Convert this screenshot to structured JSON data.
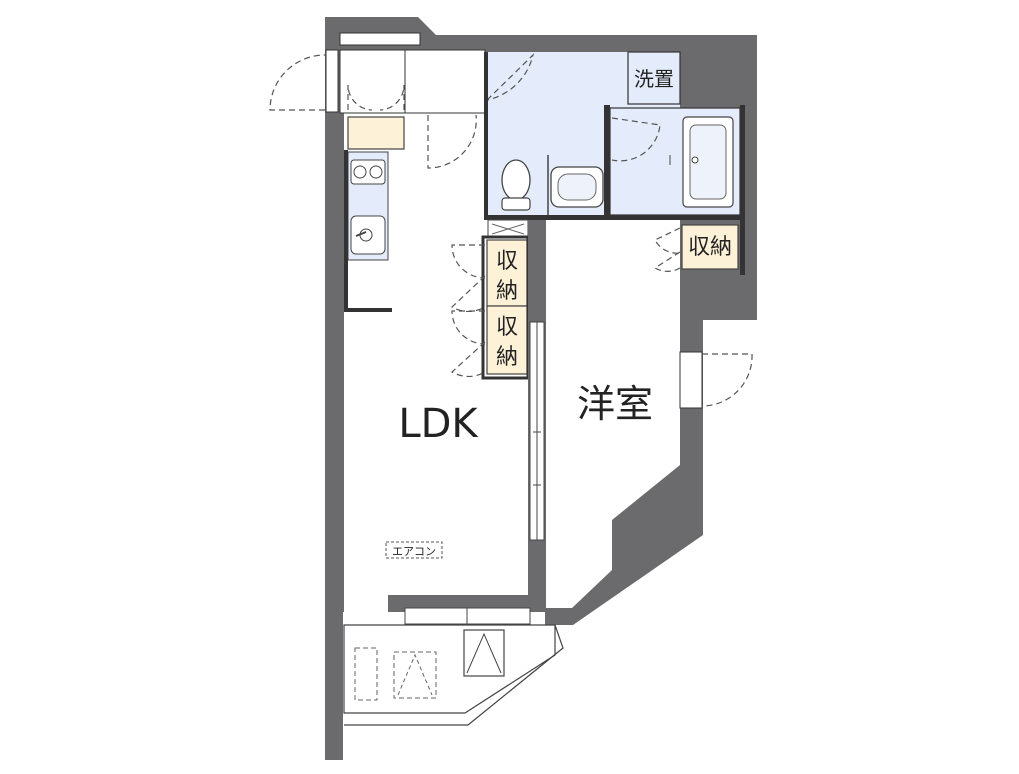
{
  "rooms": {
    "ldk": {
      "label": "LDK"
    },
    "western_room": {
      "label": "洋室"
    },
    "laundry": {
      "label": "洗置"
    },
    "storage_1": {
      "label": "収納"
    },
    "storage_2": {
      "label": "収納"
    },
    "storage_3": {
      "label": "収納"
    },
    "aircon": {
      "label": "エアコン"
    }
  },
  "colors": {
    "wall": "#6b6b6d",
    "wet_area": "#e4ecfb",
    "storage": "#fdf1d8",
    "floor": "#ffffff",
    "line": "#333333"
  }
}
